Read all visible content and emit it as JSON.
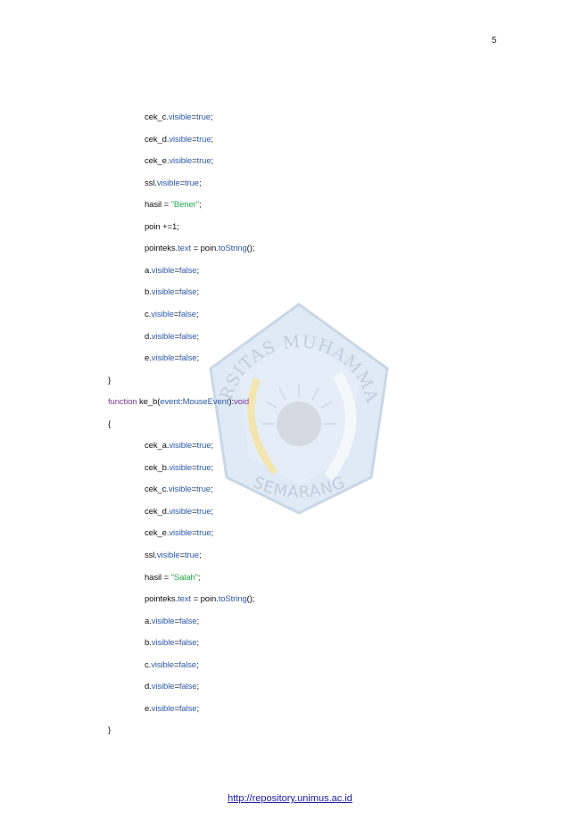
{
  "page": {
    "page_number": "5",
    "footer_link": "http://repository.unimus.ac.id",
    "watermark": {
      "top_text": "UNIVERSITAS MUHAMMADIYAH",
      "bottom_text": "SEMARANG",
      "icon": "university-seal-icon"
    }
  },
  "colors": {
    "plain": "#111111",
    "property": "#2f5aa8",
    "string": "#22a84a",
    "keyword": "#7a3d9e",
    "link": "#1a1aa6"
  },
  "code_lines": [
    {
      "indent": 1,
      "tokens": [
        {
          "t": "cek_c.",
          "c": "plain"
        },
        {
          "t": "visible",
          "c": "prop"
        },
        {
          "t": "=",
          "c": "plain"
        },
        {
          "t": "true",
          "c": "prop"
        },
        {
          "t": ";",
          "c": "plain"
        }
      ]
    },
    {
      "indent": 1,
      "tokens": [
        {
          "t": "cek_d.",
          "c": "plain"
        },
        {
          "t": "visible",
          "c": "prop"
        },
        {
          "t": "=",
          "c": "plain"
        },
        {
          "t": "true",
          "c": "prop"
        },
        {
          "t": ";",
          "c": "plain"
        }
      ]
    },
    {
      "indent": 1,
      "tokens": [
        {
          "t": "cek_e.",
          "c": "plain"
        },
        {
          "t": "visible",
          "c": "prop"
        },
        {
          "t": "=",
          "c": "plain"
        },
        {
          "t": "true",
          "c": "prop"
        },
        {
          "t": ";",
          "c": "plain"
        }
      ]
    },
    {
      "indent": 1,
      "tokens": [
        {
          "t": "ssl.",
          "c": "plain"
        },
        {
          "t": "visible",
          "c": "prop"
        },
        {
          "t": "=",
          "c": "plain"
        },
        {
          "t": "true",
          "c": "prop"
        },
        {
          "t": ";",
          "c": "plain"
        }
      ]
    },
    {
      "indent": 1,
      "tokens": [
        {
          "t": "hasil = ",
          "c": "plain"
        },
        {
          "t": "\"Bener\"",
          "c": "str"
        },
        {
          "t": ";",
          "c": "plain"
        }
      ]
    },
    {
      "indent": 1,
      "tokens": [
        {
          "t": "poin +=1;",
          "c": "plain"
        }
      ]
    },
    {
      "indent": 1,
      "tokens": [
        {
          "t": "pointeks.",
          "c": "plain"
        },
        {
          "t": "text",
          "c": "prop"
        },
        {
          "t": " = poin.",
          "c": "plain"
        },
        {
          "t": "toString",
          "c": "prop"
        },
        {
          "t": "();",
          "c": "plain"
        }
      ]
    },
    {
      "indent": 1,
      "tokens": [
        {
          "t": "a.",
          "c": "plain"
        },
        {
          "t": "visible",
          "c": "prop"
        },
        {
          "t": "=",
          "c": "plain"
        },
        {
          "t": "false",
          "c": "prop"
        },
        {
          "t": ";",
          "c": "plain"
        }
      ]
    },
    {
      "indent": 1,
      "tokens": [
        {
          "t": "b.",
          "c": "plain"
        },
        {
          "t": "visible",
          "c": "prop"
        },
        {
          "t": "=",
          "c": "plain"
        },
        {
          "t": "false",
          "c": "prop"
        },
        {
          "t": ";",
          "c": "plain"
        }
      ]
    },
    {
      "indent": 1,
      "tokens": [
        {
          "t": "c.",
          "c": "plain"
        },
        {
          "t": "visible",
          "c": "prop"
        },
        {
          "t": "=",
          "c": "plain"
        },
        {
          "t": "false",
          "c": "prop"
        },
        {
          "t": ";",
          "c": "plain"
        }
      ]
    },
    {
      "indent": 1,
      "tokens": [
        {
          "t": "d.",
          "c": "plain"
        },
        {
          "t": "visible",
          "c": "prop"
        },
        {
          "t": "=",
          "c": "plain"
        },
        {
          "t": "false",
          "c": "prop"
        },
        {
          "t": ";",
          "c": "plain"
        }
      ]
    },
    {
      "indent": 1,
      "tokens": [
        {
          "t": "e.",
          "c": "plain"
        },
        {
          "t": "visible",
          "c": "prop"
        },
        {
          "t": "=",
          "c": "plain"
        },
        {
          "t": "false",
          "c": "prop"
        },
        {
          "t": ";",
          "c": "plain"
        }
      ]
    },
    {
      "indent": 0,
      "tokens": [
        {
          "t": "}",
          "c": "plain"
        }
      ]
    },
    {
      "indent": 0,
      "tokens": [
        {
          "t": "function",
          "c": "kw"
        },
        {
          "t": " ke_b(",
          "c": "plain"
        },
        {
          "t": "event",
          "c": "prop"
        },
        {
          "t": ":",
          "c": "plain"
        },
        {
          "t": "MouseEvent",
          "c": "prop"
        },
        {
          "t": "):",
          "c": "plain"
        },
        {
          "t": "void",
          "c": "kw"
        }
      ]
    },
    {
      "indent": 0,
      "tokens": [
        {
          "t": "{",
          "c": "plain"
        }
      ]
    },
    {
      "indent": 1,
      "tokens": [
        {
          "t": "cek_a.",
          "c": "plain"
        },
        {
          "t": "visible",
          "c": "prop"
        },
        {
          "t": "=",
          "c": "plain"
        },
        {
          "t": "true",
          "c": "prop"
        },
        {
          "t": ";",
          "c": "plain"
        }
      ]
    },
    {
      "indent": 1,
      "tokens": [
        {
          "t": "cek_b.",
          "c": "plain"
        },
        {
          "t": "visible",
          "c": "prop"
        },
        {
          "t": "=",
          "c": "plain"
        },
        {
          "t": "true",
          "c": "prop"
        },
        {
          "t": ";",
          "c": "plain"
        }
      ]
    },
    {
      "indent": 1,
      "tokens": [
        {
          "t": "cek_c.",
          "c": "plain"
        },
        {
          "t": "visible",
          "c": "prop"
        },
        {
          "t": "=",
          "c": "plain"
        },
        {
          "t": "true",
          "c": "prop"
        },
        {
          "t": ";",
          "c": "plain"
        }
      ]
    },
    {
      "indent": 1,
      "tokens": [
        {
          "t": "cek_d.",
          "c": "plain"
        },
        {
          "t": "visible",
          "c": "prop"
        },
        {
          "t": "=",
          "c": "plain"
        },
        {
          "t": "true",
          "c": "prop"
        },
        {
          "t": ";",
          "c": "plain"
        }
      ]
    },
    {
      "indent": 1,
      "tokens": [
        {
          "t": "cek_e.",
          "c": "plain"
        },
        {
          "t": "visible",
          "c": "prop"
        },
        {
          "t": "=",
          "c": "plain"
        },
        {
          "t": "true",
          "c": "prop"
        },
        {
          "t": ";",
          "c": "plain"
        }
      ]
    },
    {
      "indent": 1,
      "tokens": [
        {
          "t": "ssl.",
          "c": "plain"
        },
        {
          "t": "visible",
          "c": "prop"
        },
        {
          "t": "=",
          "c": "plain"
        },
        {
          "t": "true",
          "c": "prop"
        },
        {
          "t": ";",
          "c": "plain"
        }
      ]
    },
    {
      "indent": 1,
      "tokens": [
        {
          "t": "hasil = ",
          "c": "plain"
        },
        {
          "t": "\"Salah\"",
          "c": "str"
        },
        {
          "t": ";",
          "c": "plain"
        }
      ]
    },
    {
      "indent": 1,
      "tokens": [
        {
          "t": "pointeks.",
          "c": "plain"
        },
        {
          "t": "text",
          "c": "prop"
        },
        {
          "t": " = poin.",
          "c": "plain"
        },
        {
          "t": "toString",
          "c": "prop"
        },
        {
          "t": "();",
          "c": "plain"
        }
      ]
    },
    {
      "indent": 1,
      "tokens": [
        {
          "t": "a.",
          "c": "plain"
        },
        {
          "t": "visible",
          "c": "prop"
        },
        {
          "t": "=",
          "c": "plain"
        },
        {
          "t": "false",
          "c": "prop"
        },
        {
          "t": ";",
          "c": "plain"
        }
      ]
    },
    {
      "indent": 1,
      "tokens": [
        {
          "t": "b.",
          "c": "plain"
        },
        {
          "t": "visible",
          "c": "prop"
        },
        {
          "t": "=",
          "c": "plain"
        },
        {
          "t": "false",
          "c": "prop"
        },
        {
          "t": ";",
          "c": "plain"
        }
      ]
    },
    {
      "indent": 1,
      "tokens": [
        {
          "t": "c.",
          "c": "plain"
        },
        {
          "t": "visible",
          "c": "prop"
        },
        {
          "t": "=",
          "c": "plain"
        },
        {
          "t": "false",
          "c": "prop"
        },
        {
          "t": ";",
          "c": "plain"
        }
      ]
    },
    {
      "indent": 1,
      "tokens": [
        {
          "t": "d.",
          "c": "plain"
        },
        {
          "t": "visible",
          "c": "prop"
        },
        {
          "t": "=",
          "c": "plain"
        },
        {
          "t": "false",
          "c": "prop"
        },
        {
          "t": ";",
          "c": "plain"
        }
      ]
    },
    {
      "indent": 1,
      "tokens": [
        {
          "t": "e.",
          "c": "plain"
        },
        {
          "t": "visible",
          "c": "prop"
        },
        {
          "t": "=",
          "c": "plain"
        },
        {
          "t": "false",
          "c": "prop"
        },
        {
          "t": ";",
          "c": "plain"
        }
      ]
    },
    {
      "indent": 0,
      "tokens": [
        {
          "t": "}",
          "c": "plain"
        }
      ]
    }
  ]
}
